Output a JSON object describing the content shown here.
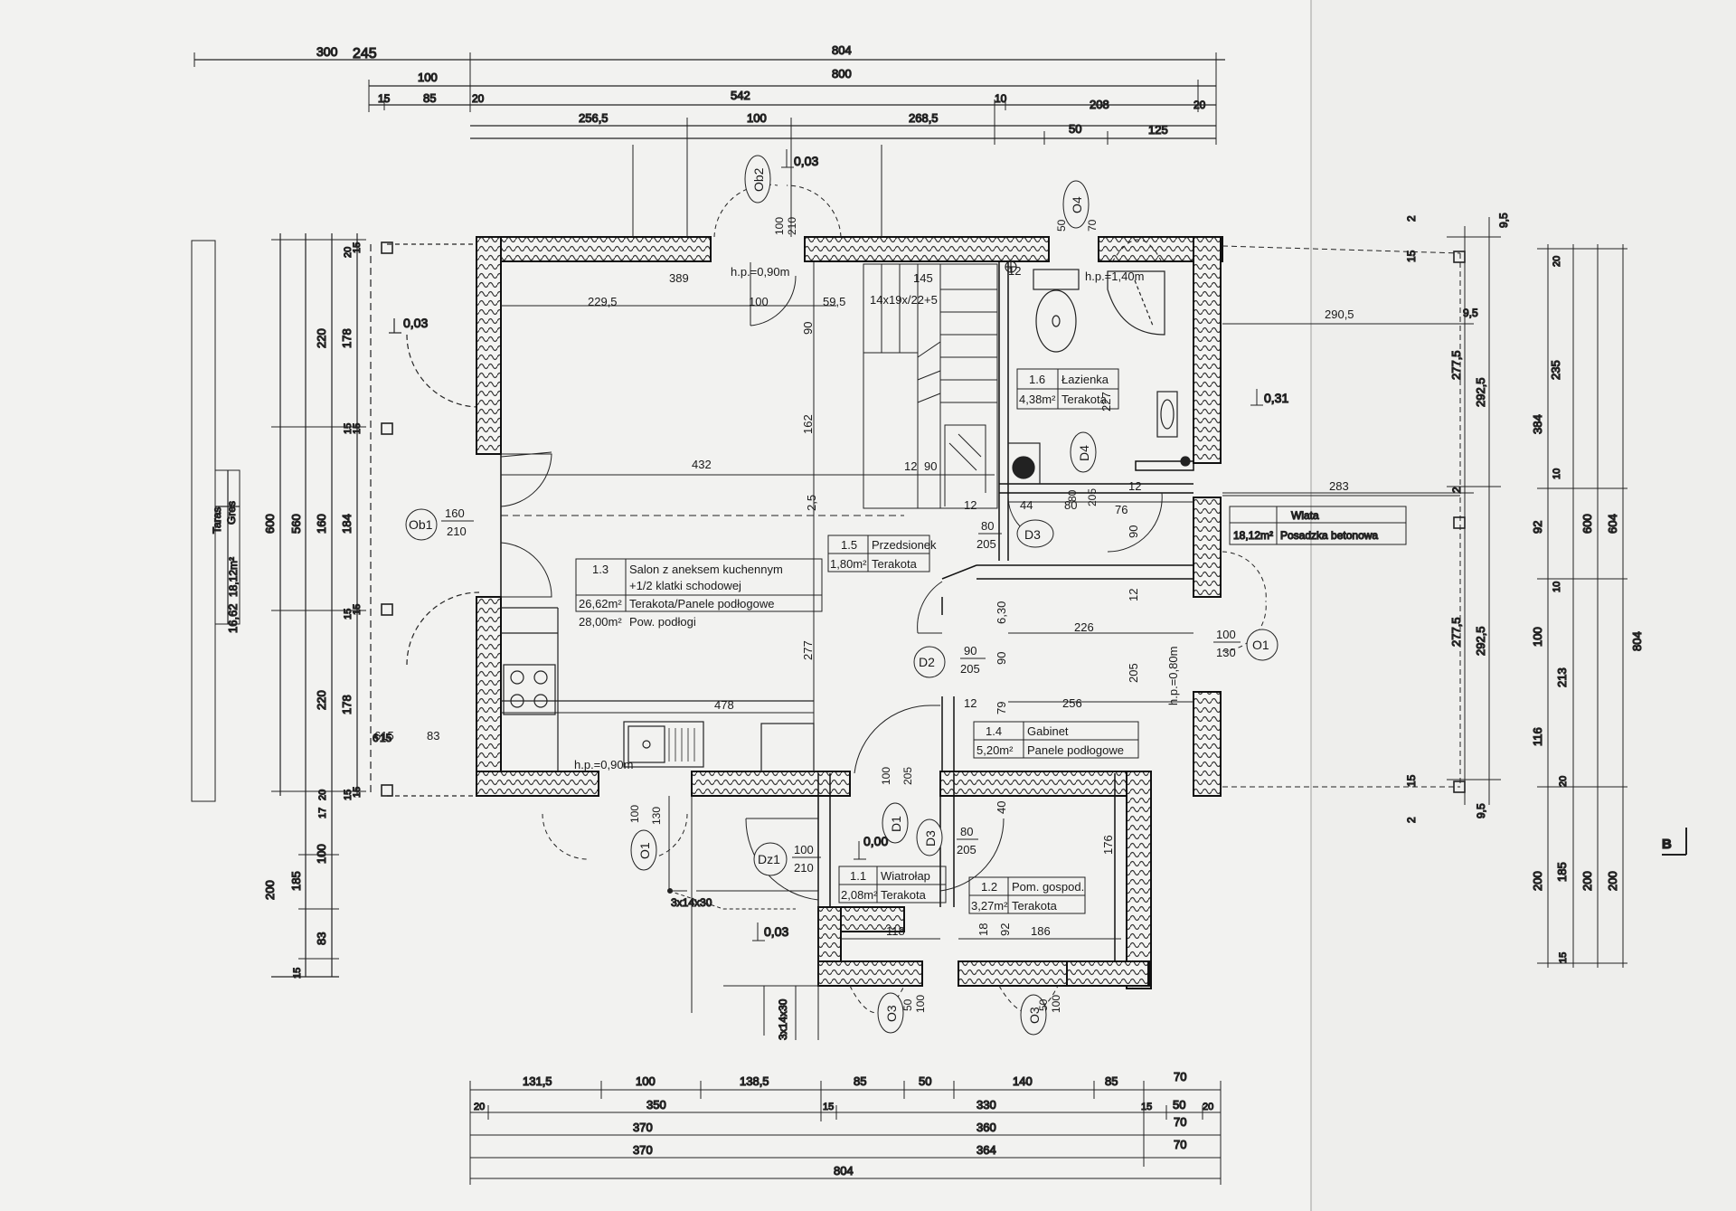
{
  "top_dims": {
    "row0": [
      "300",
      "245",
      "804"
    ],
    "row1": [
      "100",
      "800"
    ],
    "row2": [
      "15",
      "85",
      "20",
      "542",
      "10",
      "208",
      "20"
    ],
    "row3": [
      "256,5",
      "100",
      "268,5",
      "50",
      "125"
    ]
  },
  "bottom_dims": {
    "row1": [
      "131,5",
      "100",
      "138,5",
      "85",
      "50",
      "140",
      "85",
      "70"
    ],
    "row2": [
      "20",
      "350",
      "15",
      "330",
      "15",
      "50",
      "20"
    ],
    "row3": [
      "370",
      "360",
      "70"
    ],
    "row4": [
      "370",
      "364",
      "70"
    ],
    "row5": [
      "804"
    ]
  },
  "left_dims": {
    "outer": [
      "600",
      "560",
      "200",
      "185"
    ],
    "mid": [
      "220",
      "160",
      "220",
      "100",
      "83"
    ],
    "inner": [
      "20",
      "178",
      "15",
      "184",
      "15",
      "178",
      "20",
      "17",
      "15"
    ],
    "edge": [
      "15",
      "15",
      "15",
      "15",
      "15",
      "6",
      "15"
    ]
  },
  "right_dims": {
    "a": [
      "2",
      "15",
      "277,5",
      "2",
      "277,5",
      "15",
      "2"
    ],
    "b": [
      "9,5",
      "9,5",
      "292,5",
      "292,5",
      "9,5"
    ],
    "c": [
      "20",
      "235",
      "10",
      "92",
      "10",
      "100",
      "213",
      "116",
      "20",
      "200",
      "185",
      "15"
    ],
    "d": [
      "384",
      "600",
      "804",
      "604",
      "200",
      "200"
    ]
  },
  "interior": {
    "d389": "389",
    "d229": "229,5",
    "d100a": "100",
    "d59": "59,5",
    "d145": "145",
    "stairs": "14x19x/22+5",
    "d90v": "90",
    "d162": "162",
    "d432": "432",
    "d12a": "12",
    "d90b": "90",
    "d25": "2,5",
    "d277": "277",
    "d478": "478",
    "d83": "83",
    "d615": "615",
    "d290": "290,5",
    "d283": "283",
    "d226": "226",
    "d256": "256",
    "d205v": "205",
    "d630": "6,30",
    "d90c": "90",
    "d12b": "12",
    "d12c": "12",
    "d76": "76",
    "d90d": "90",
    "d12d": "12",
    "d227": "227",
    "d12e": "12",
    "d118": "118",
    "d186": "186",
    "d92": "92",
    "d176": "176",
    "d18": "18",
    "d80s": "80",
    "d44": "44",
    "d12f": "12",
    "d79": "79",
    "d40": "40"
  },
  "levels": {
    "terrace": "0,03",
    "top": "0,03",
    "east": "0,31",
    "entry": "0,00",
    "bottom": "0,03"
  },
  "hp": {
    "window_top": "h.p.=0,90m",
    "bath_top": "h.p.=1,40m",
    "kitchen": "h.p.=0,90m",
    "office": "h.p.=0,80m"
  },
  "rooms": [
    {
      "num": "1.3",
      "name": "Salon z aneksem kuchennym",
      "name2": "+1/2 klatki schodowej",
      "area": "26,62m²",
      "floor": "Terakota/Panele podłogowe",
      "area2": "28,00m²",
      "floor2": "Pow. podłogi"
    },
    {
      "num": "1.5",
      "name": "Przedsionek",
      "area": "1,80m²",
      "floor": "Terakota"
    },
    {
      "num": "1.6",
      "name": "Łazienka",
      "area": "4,38m²",
      "floor": "Terakota"
    },
    {
      "num": "1.4",
      "name": "Gabinet",
      "area": "5,20m²",
      "floor": "Panele podłogowe"
    },
    {
      "num": "1.1",
      "name": "Wiatrołap",
      "area": "2,08m²",
      "floor": "Terakota"
    },
    {
      "num": "1.2",
      "name": "Pom. gospod.",
      "area": "3,27m²",
      "floor": "Terakota"
    }
  ],
  "canopy": {
    "name": "Wiata",
    "area": "18,12m²",
    "floor": "Posadzka betonowa"
  },
  "terrace": {
    "name": "Taras",
    "floor": "Gres",
    "area": "18,12m²",
    "note": "16,62"
  },
  "openings": {
    "ob2": {
      "label": "Ob2",
      "w": "100",
      "h": "210"
    },
    "ob1": {
      "label": "Ob1",
      "w": "160",
      "h": "210"
    },
    "o4": {
      "label": "O4",
      "w": "50",
      "h": "70"
    },
    "o1_right": {
      "label": "O1",
      "w": "100",
      "h": "130"
    },
    "o1_bottom": {
      "label": "O1",
      "w": "100",
      "h": "130"
    },
    "d4": {
      "label": "D4",
      "w": "80",
      "h": "205"
    },
    "d3a": {
      "label": "D3",
      "w": "80",
      "h": "205"
    },
    "d2": {
      "label": "D2",
      "w": "90",
      "h": "205"
    },
    "d1": {
      "label": "D1",
      "w": "100",
      "h": "205"
    },
    "d3b": {
      "label": "D3",
      "w": "80",
      "h": "205"
    },
    "dz1": {
      "label": "Dz1",
      "w": "100",
      "h": "210"
    },
    "o3a": {
      "label": "O3",
      "w": "50",
      "h": "100"
    },
    "o3b": {
      "label": "O3",
      "w": "50",
      "h": "100"
    }
  },
  "steps": {
    "a": "3x14x30",
    "b": "3x14x30"
  },
  "section_marker": "B"
}
